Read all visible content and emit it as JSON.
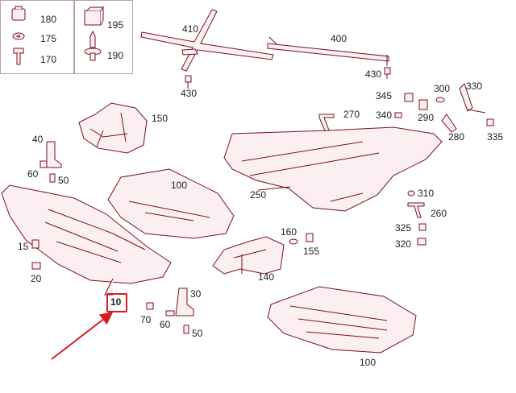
{
  "legend": [
    {
      "id": "180",
      "text": "180"
    },
    {
      "id": "175",
      "text": "175"
    },
    {
      "id": "170",
      "text": "170"
    },
    {
      "id": "195",
      "text": "195"
    },
    {
      "id": "190",
      "text": "190"
    }
  ],
  "callouts": {
    "c410": "410",
    "c400": "400",
    "c430a": "430",
    "c430b": "430",
    "c150": "150",
    "c270": "270",
    "c345": "345",
    "c340": "340",
    "c300": "300",
    "c330": "330",
    "c290": "290",
    "c280": "280",
    "c335": "335",
    "c40": "40",
    "c60a": "60",
    "c50a": "50",
    "c100a": "100",
    "c250": "250",
    "c310": "310",
    "c260": "260",
    "c325": "325",
    "c320": "320",
    "c15": "15",
    "c20": "20",
    "c160": "160",
    "c155": "155",
    "c140": "140",
    "c10": "10",
    "c30": "30",
    "c70": "70",
    "c60b": "60",
    "c50b": "50",
    "c100b": "100"
  },
  "colors": {
    "part_line": "#7a1020",
    "part_fill": "#fbeff1",
    "highlight": "#d71920",
    "legend_border": "#b9a2a2"
  }
}
